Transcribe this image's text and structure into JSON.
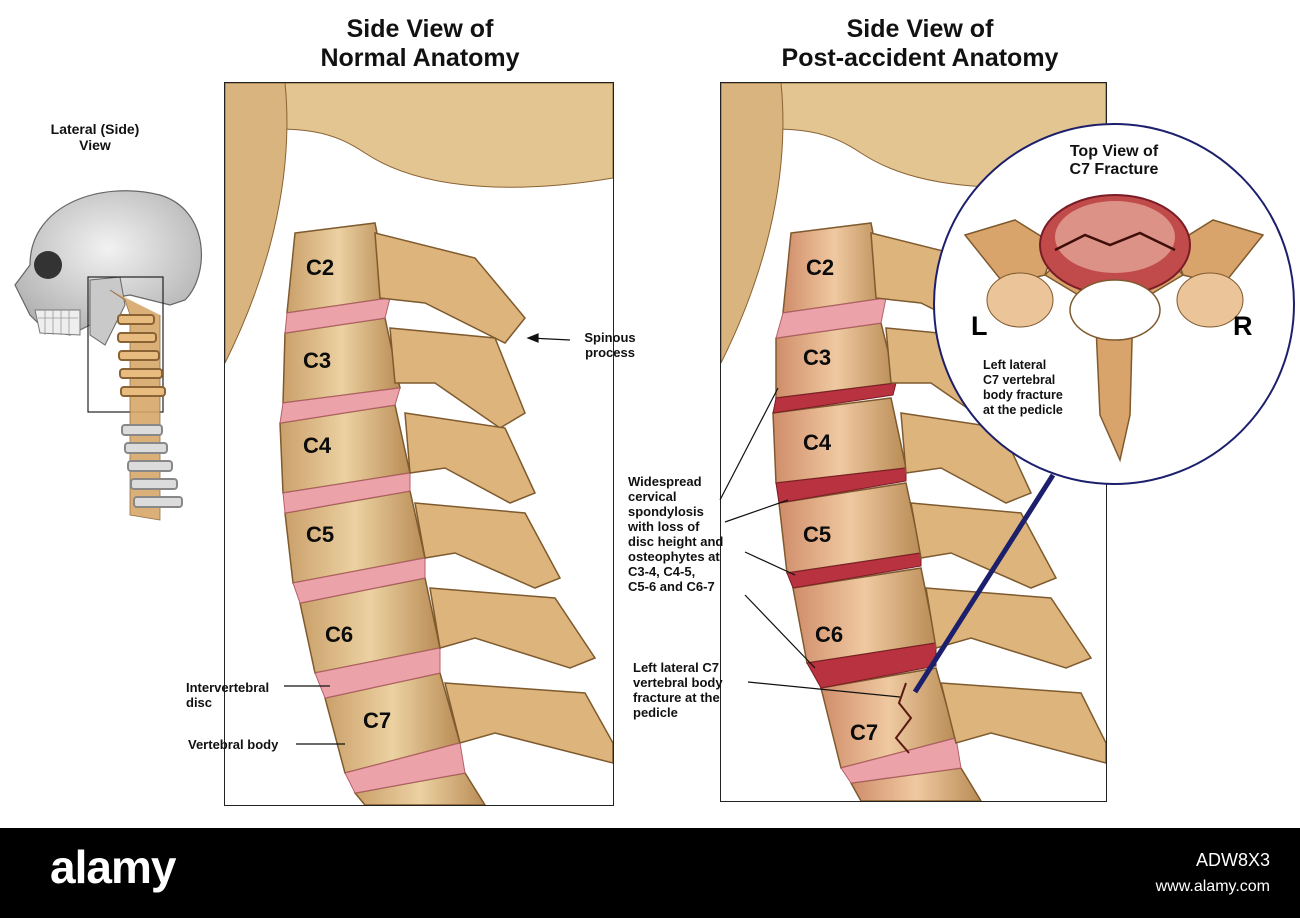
{
  "skull_panel": {
    "title_line1": "Lateral (Side)",
    "title_line2": "View"
  },
  "normal_panel": {
    "title_line1": "Side View of",
    "title_line2": "Normal Anatomy",
    "vertebrae": [
      "C2",
      "C3",
      "C4",
      "C5",
      "C6",
      "C7"
    ],
    "labels": {
      "spinous_1": "Spinous",
      "spinous_2": "process",
      "disc_1": "Intervertebral",
      "disc_2": "disc",
      "body": "Vertebral body"
    }
  },
  "post_panel": {
    "title_line1": "Side View of",
    "title_line2": "Post-accident Anatomy",
    "vertebrae": [
      "C2",
      "C3",
      "C4",
      "C5",
      "C6",
      "C7"
    ],
    "spondylosis_lines": [
      "Widespread",
      "cervical",
      "spondylosis",
      "with loss of",
      "disc height and",
      "osteophytes at",
      "C3-4, C4-5,",
      "C5-6 and C6-7"
    ],
    "fracture_lines": [
      "Left lateral C7",
      "vertebral body",
      "fracture at the",
      "pedicle"
    ]
  },
  "inset": {
    "title_line1": "Top View of",
    "title_line2": "C7 Fracture",
    "left": "L",
    "right": "R",
    "caption_lines": [
      "Left lateral",
      "C7 vertebral",
      "body fracture",
      "at the pedicle"
    ]
  },
  "footer": {
    "logo": "alamy",
    "image_id": "ADW8X3",
    "url": "www.alamy.com"
  },
  "colors": {
    "bone": "#e6c48f",
    "bone_dark": "#b58a52",
    "disc": "#e8a0a6",
    "fracture": "#c0303a",
    "pointer": "#1c1f6b"
  }
}
